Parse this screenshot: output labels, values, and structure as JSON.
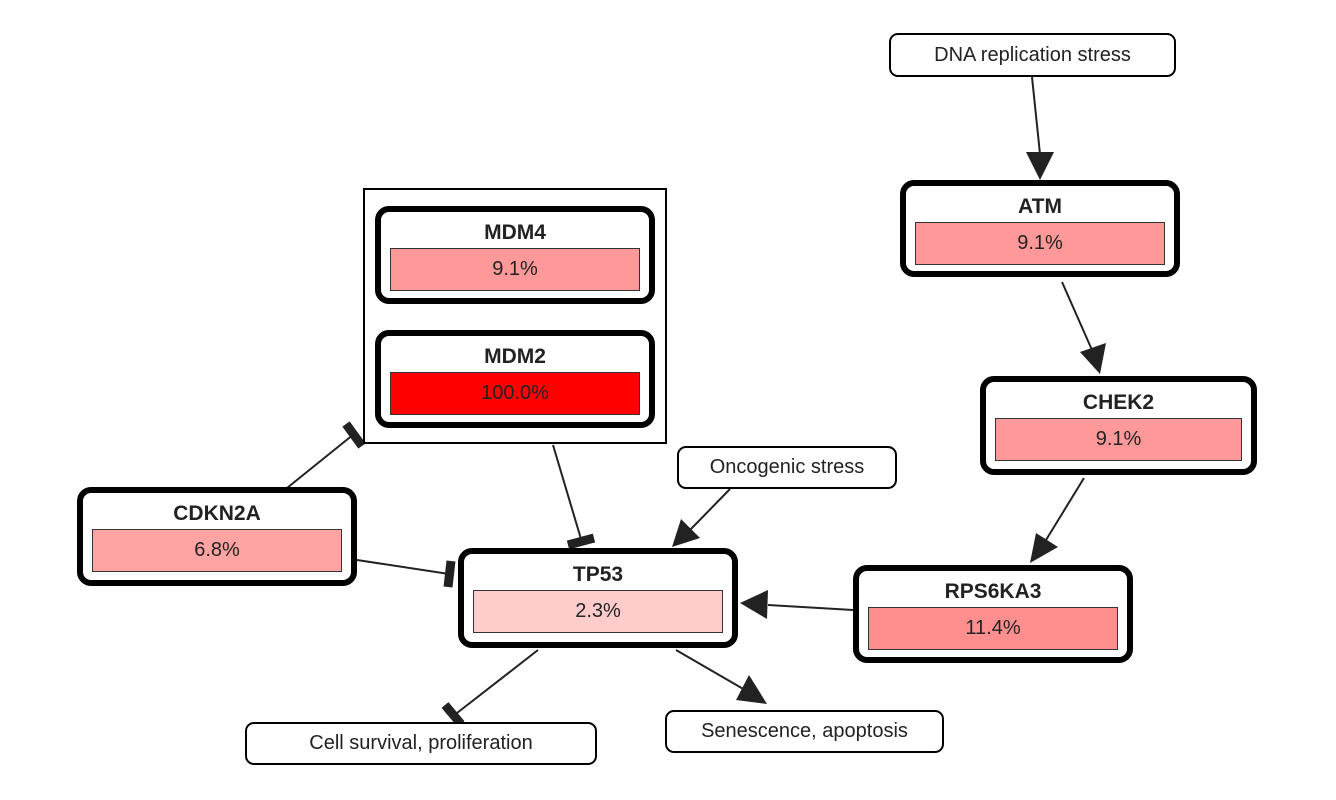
{
  "genes": {
    "mdm4": {
      "name": "MDM4",
      "value": "9.1%",
      "color": "#ff9999"
    },
    "mdm2": {
      "name": "MDM2",
      "value": "100.0%",
      "color": "#ff0000"
    },
    "atm": {
      "name": "ATM",
      "value": "9.1%",
      "color": "#ff9999"
    },
    "chek2": {
      "name": "CHEK2",
      "value": "9.1%",
      "color": "#ff9999"
    },
    "cdkn2a": {
      "name": "CDKN2A",
      "value": "6.8%",
      "color": "#ffa3a3"
    },
    "tp53": {
      "name": "TP53",
      "value": "2.3%",
      "color": "#ffcccc"
    },
    "rps6ka3": {
      "name": "RPS6KA3",
      "value": "11.4%",
      "color": "#ff8f8f"
    }
  },
  "stimuli": {
    "dna_replication_stress": "DNA replication stress",
    "oncogenic_stress": "Oncogenic stress",
    "cell_survival": "Cell survival, proliferation",
    "senescence": "Senescence, apoptosis"
  },
  "edge_color": "#222222"
}
